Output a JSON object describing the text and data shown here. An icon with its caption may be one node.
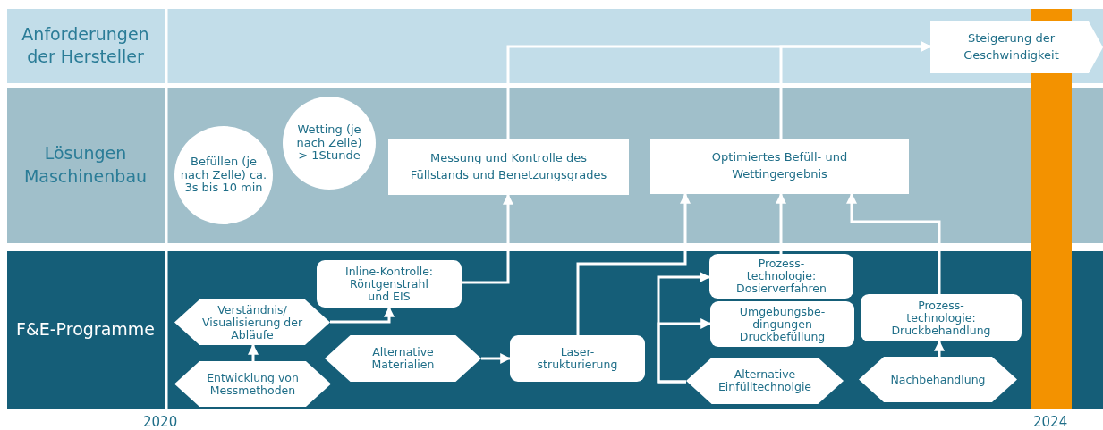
{
  "diagram": {
    "nodes": [
      {
        "text": [
          "Anforderungen der Hersteller"
        ]
      },
      {
        "text": [
          "Steigerung der Geschwindigkeit"
        ],
        "in": 0
      },
      {
        "text": [
          "Lösungen Maschinenbau"
        ]
      },
      {
        "text": [
          "Befüllen (je nach Zelle) ca. 3s bis 10 min"
        ],
        "in": 2
      },
      {
        "text": [
          "Wetting (je nach Zelle) > 1Stunde"
        ],
        "in": 2
      },
      {
        "text": [
          "Messung und Kontrolle des Füllstands und Benetzungsgrades"
        ],
        "in": 2
      },
      {
        "text": [
          "Optimiertes Befüll- und Wettingergebnis"
        ],
        "in": 2
      },
      {
        "text": [
          "F&E-Programme"
        ]
      },
      {
        "text": [
          "Inline-Kontrolle: Röntgenstrahl und EIS"
        ],
        "in": 7
      },
      {
        "text": [
          "Verständnis/ Visualisierung der Abläufe"
        ],
        "in": 7
      },
      {
        "text": [
          "Entwicklung von Messmethoden"
        ],
        "in": 7
      },
      {
        "text": [
          "Alternative Materialien"
        ],
        "in": 7
      },
      {
        "text": [
          "Laser- strukturierung"
        ],
        "in": 7
      },
      {
        "text": [
          "Prozess- technologie: Dosierverfahren"
        ],
        "in": 7
      },
      {
        "text": [
          "Umgebungsbe- dingungen Druckbefüllung"
        ],
        "in": 7
      },
      {
        "text": [
          "Alternative Einfülltechnolgie"
        ],
        "in": 7
      },
      {
        "text": [
          "Prozess- technologie: Druckbehandlung"
        ],
        "in": 7
      },
      {
        "text": [
          "Nachbehandlung"
        ],
        "in": 7
      },
      {
        "text": [],
        "shape": "bar"
      }
    ],
    "edges": [
      {
        "from": 10,
        "to": 9,
        "arrow": "to"
      },
      {
        "from": 9,
        "to": 8,
        "arrow": "to"
      },
      {
        "from": 8,
        "to": 5,
        "arrow": "to"
      },
      {
        "from": 5,
        "to": 1,
        "arrow": "to"
      },
      {
        "from": 6,
        "to": 1,
        "arrow": "to"
      },
      {
        "from": 11,
        "to": 12,
        "arrow": "to"
      },
      {
        "from": 12,
        "to": 6,
        "arrow": "to"
      },
      {
        "from": 13,
        "to": 6,
        "arrow": "to"
      },
      {
        "from": 16,
        "to": 6,
        "arrow": "to"
      },
      {
        "from": 17,
        "to": 16,
        "arrow": "to"
      },
      {
        "from": 15,
        "to": 13,
        "arrow": "to"
      },
      {
        "from": 15,
        "to": 14,
        "arrow": "to"
      }
    ],
    "labels": [
      "2020",
      "2024"
    ]
  }
}
